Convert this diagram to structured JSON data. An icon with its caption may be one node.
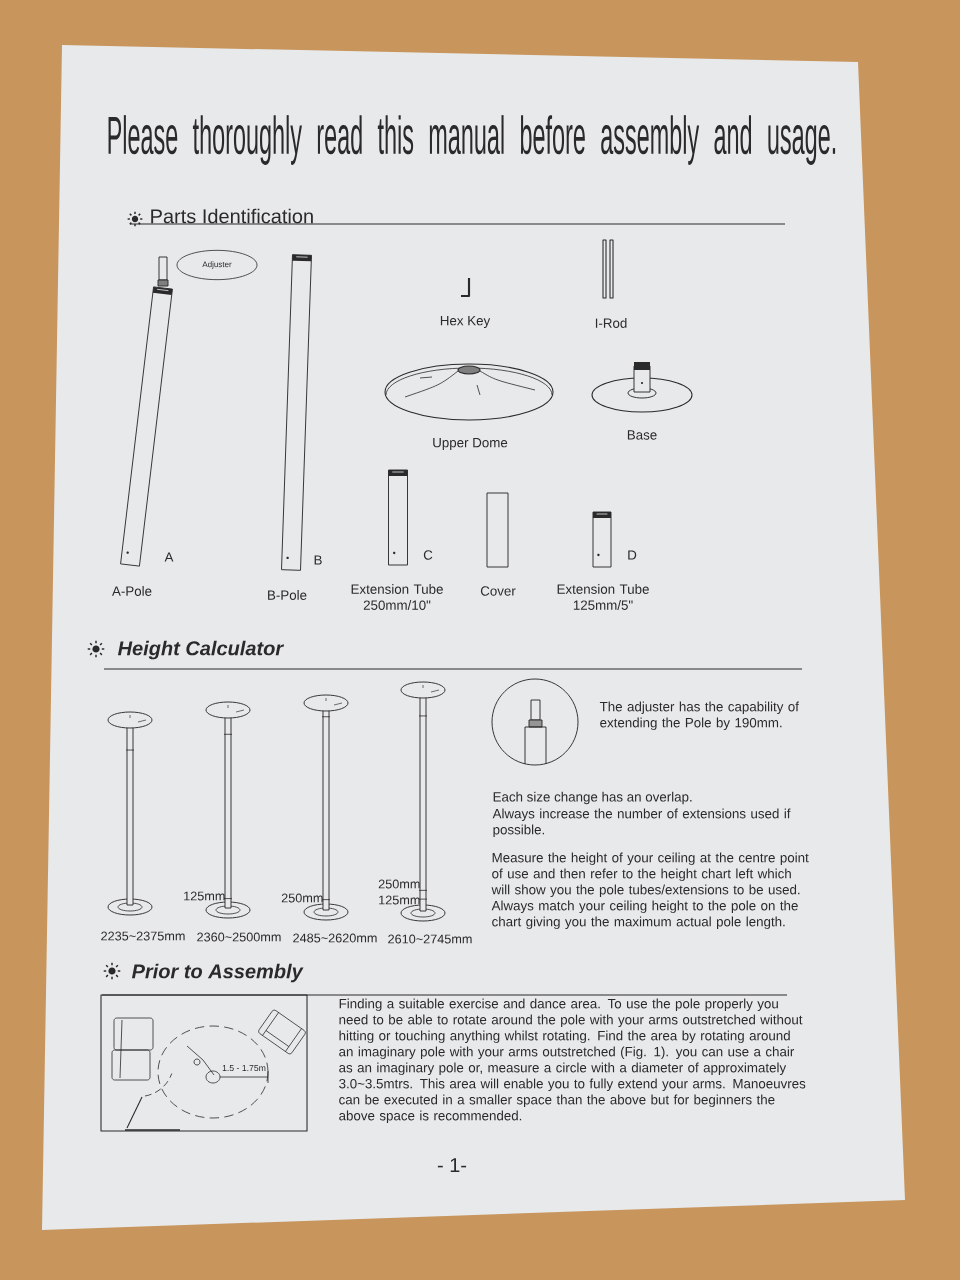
{
  "diagram": {
    "title": "Please thoroughly read this manual before assembly and usage.",
    "nodes": [
      {
        "text": [
          "Adjuster"
        ]
      }
    ],
    "labels": [
      "Parts Identification",
      "Hex Key",
      "I-Rod",
      "Upper Dome",
      "Base",
      "A",
      "B",
      "C",
      "D",
      "A-Pole",
      "B-Pole",
      "Extension Tube 250mm/10\"",
      "Cover",
      "Extension Tube 125mm/5\"",
      "Height Calculator",
      "The adjuster has the capability of extending the Pole by 190mm.",
      "125mm",
      "250mm",
      "250mm",
      "125mm",
      "2235~2375mm",
      "2360~2500mm",
      "2485~2620mm",
      "2610~2745mm",
      "Each size change has an overlap.",
      "Always increase the number of extensions used if possible.",
      "Measure the height of your ceiling at the centre point of use and then refer to the height chart left which will show you the pole tubes/extensions to be used. Always match your ceiling height to the pole on the chart giving you the maximum actual pole length.",
      "Prior to Assembly",
      "1.5 - 1.75m",
      "Finding a suitable exercise and dance area. To use the pole properly you need to be able to rotate around the pole with your arms outstretched without hitting or touching anything whilst rotating. Find the area by rotating around an imaginary pole with your arms outstretched (Fig. 1). you can use a chair as an imaginary pole or, measure a circle with a diameter of approximately 3.0~3.5mtrs. This area will enable you to fully extend your arms. Manoeuvres can be executed in a smaller space than the above but for beginners the above space is recommended.",
      "- 1-"
    ]
  }
}
